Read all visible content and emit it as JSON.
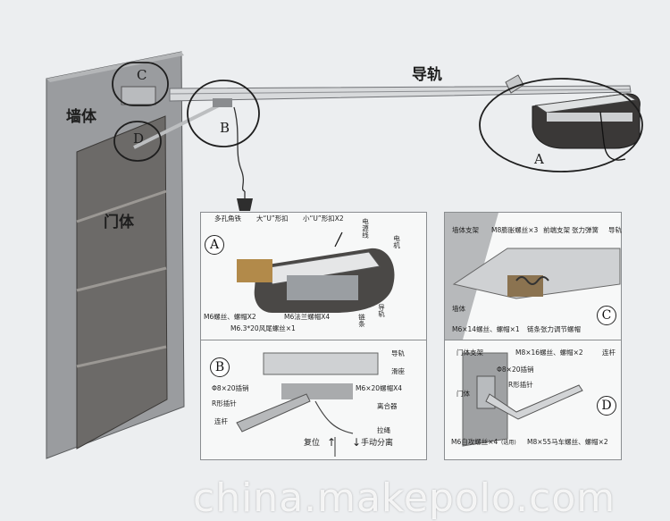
{
  "main": {
    "rail_label": "导轨",
    "wall_label": "墙体",
    "door_label": "门体",
    "circle_a": "A",
    "circle_b": "B",
    "circle_c": "C",
    "circle_d": "D"
  },
  "panel_a": {
    "badge": "A",
    "labels": {
      "perforated_angle": "多孔角铁",
      "big_u_clip": "大“U”形扣",
      "small_u_clip": "小“U”形扣X2",
      "power_cord": "电源线",
      "motor": "电机",
      "m6_bolt_nut": "M6螺丝、螺帽X2",
      "flange_nut": "M6法兰螺帽X4",
      "rail": "导轨",
      "chain": "链条",
      "hex_bolt": "M6.3*20风尾螺丝×1"
    }
  },
  "panel_b": {
    "badge": "B",
    "labels": {
      "rail": "导轨",
      "slider": "滑座",
      "pin": "Φ8×20插销",
      "bolt_nut": "M6×20螺帽X4",
      "r_pin": "R形插针",
      "clutch": "离合器",
      "connecting_rod": "连杆",
      "pull_rope": "拉绳",
      "reset": "复位",
      "manual_release": "手动分离"
    }
  },
  "panel_c": {
    "badge": "C",
    "labels": {
      "wall_bracket": "墙体支架",
      "m8_screw": "M8膨胀螺丝×3",
      "front_bracket": "前端支架",
      "tension_spring": "张力弹簧",
      "rail": "导轨",
      "wall": "墙体",
      "m6_bolt": "M6×14螺丝、螺帽×1",
      "chain_nut": "链条张力调节螺帽"
    }
  },
  "panel_d": {
    "badge": "D",
    "labels": {
      "door_bracket": "门体支架",
      "m8_bolt": "M8×16螺丝、螺帽×2",
      "connecting_rod": "连杆",
      "pin": "Φ8×20插销",
      "r_pin": "R形插针",
      "door": "门体",
      "self_tap": "M6自攻螺丝×4",
      "optional": "(选用)",
      "carriage_bolt": "M8×55马车螺丝、螺帽×2"
    }
  },
  "watermark": "china.makepolo.com",
  "colors": {
    "background": "#eceef0",
    "wall": "#9a9c9f",
    "door": "#6c6a68",
    "rail": "#d8dadc",
    "opener_body": "#3a3837"
  }
}
